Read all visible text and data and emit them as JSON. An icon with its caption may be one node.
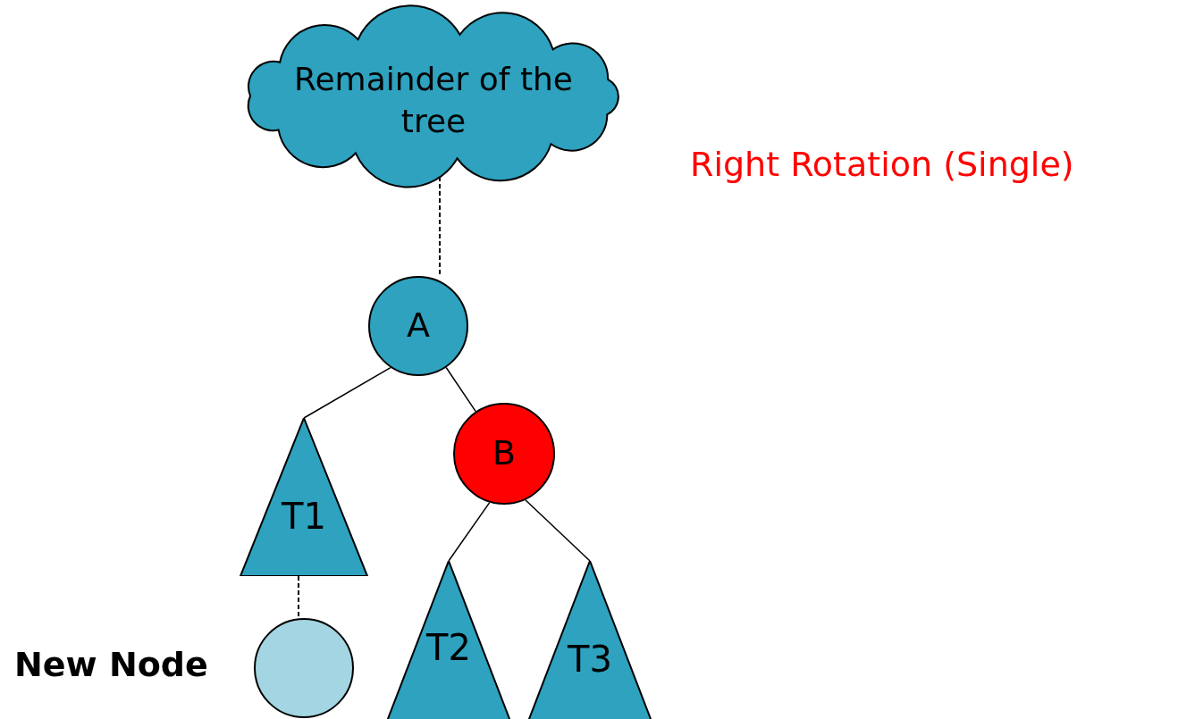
{
  "diagram": {
    "title": "Right Rotation (Single)",
    "nodes": [
      {
        "text": [
          "Remainder of the tree"
        ]
      },
      {
        "text": [
          "A"
        ]
      },
      {
        "text": [
          "T1"
        ]
      },
      {
        "text": [
          "B"
        ]
      },
      {
        "text": [],
        "shape": "circle",
        "beside": [
          "New Node"
        ]
      },
      {
        "text": [
          "T2"
        ]
      },
      {
        "text": [
          "T3"
        ]
      }
    ],
    "edges": [
      {
        "from": 0,
        "to": 1,
        "arrow": "none",
        "style": "dashed"
      },
      {
        "from": 1,
        "to": 2,
        "arrow": "none"
      },
      {
        "from": 1,
        "to": 3,
        "arrow": "none"
      },
      {
        "from": 2,
        "to": 4,
        "arrow": "none",
        "style": "dashed"
      },
      {
        "from": 3,
        "to": 5,
        "arrow": "none"
      },
      {
        "from": 3,
        "to": 6,
        "arrow": "none"
      }
    ]
  }
}
